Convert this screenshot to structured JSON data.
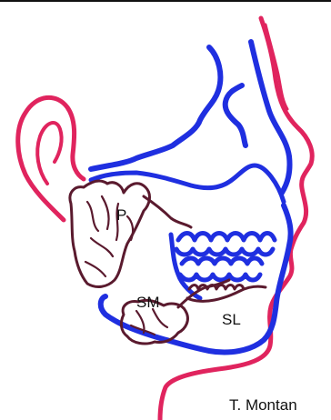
{
  "labels": {
    "parotid": "P",
    "submandibular": "SM",
    "sublingual": "SL"
  },
  "credit": "T. Montan",
  "colors": {
    "skin_outline": "#e0245e",
    "bone": "#1f2fe0",
    "gland": "#5a1a2e",
    "background": "#ffffff",
    "text": "#111111"
  }
}
